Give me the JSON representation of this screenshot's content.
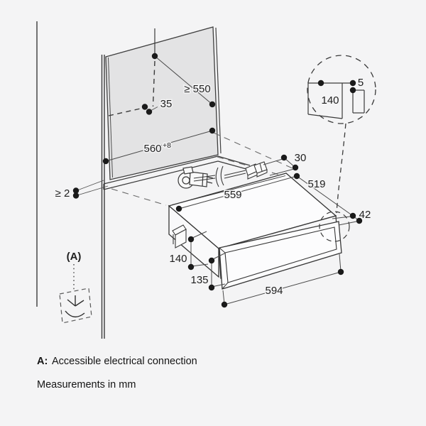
{
  "colors": {
    "background": "#f4f4f5",
    "niche_panel_fill": "#e3e3e4",
    "line": "#3a3a3a",
    "thin_line": "#565656",
    "dot": "#1a1a1a",
    "text": "#1f1f1f"
  },
  "diagram_labels": {
    "niche_depth_min": "≥ 550",
    "socket_offset": "35",
    "niche_width": "560",
    "niche_width_tol": "+8",
    "side_clearance": "≥ 2",
    "detail_niche_height": "140",
    "detail_overlap": "5",
    "cable_clearance": "30",
    "appliance_depth": "519",
    "appliance_width": "559",
    "front_offset": "42",
    "appliance_height": "140",
    "front_panel_height": "135",
    "front_panel_width": "594",
    "connection_marker": "(A)"
  },
  "footer": {
    "marker_key": "A:",
    "marker_text": "Accessible electrical connection",
    "units_note": "Measurements in mm"
  }
}
